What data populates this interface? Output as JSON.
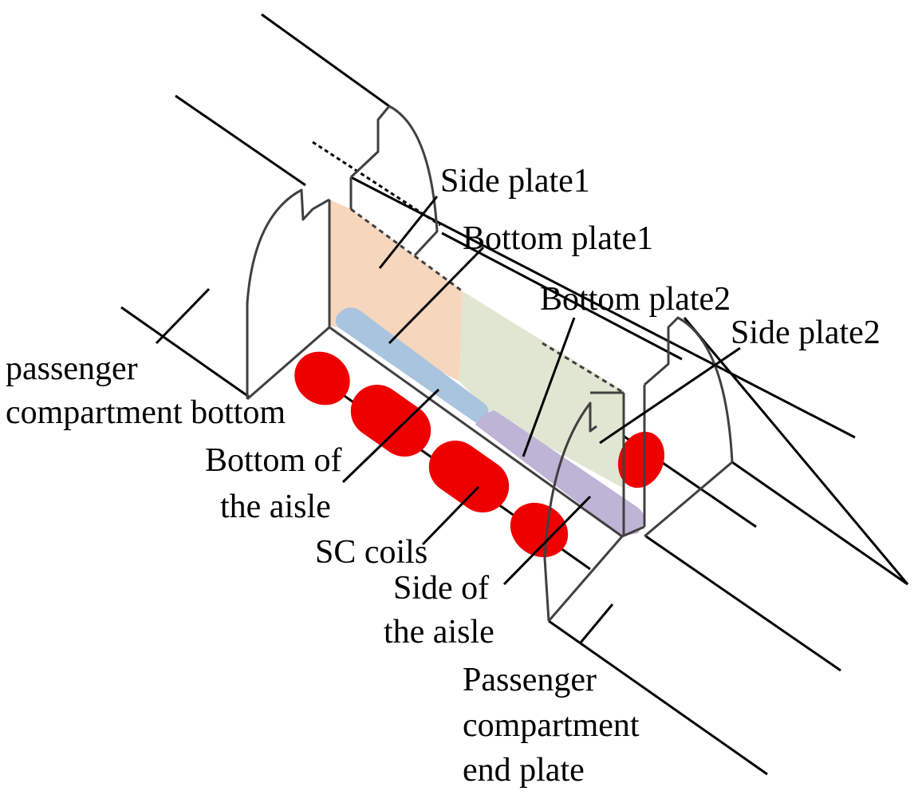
{
  "labels": {
    "side_plate1": "Side plate1",
    "bottom_plate1": "Bottom plate1",
    "bottom_plate2": "Bottom plate2",
    "side_plate2": "Side plate2",
    "passenger_bottom_line1": "passenger",
    "passenger_bottom_line2": "compartment bottom",
    "bottom_aisle_line1": "Bottom of",
    "bottom_aisle_line2": "the aisle",
    "sc_coils": "SC coils",
    "side_aisle_line1": "Side of",
    "side_aisle_line2": "the aisle",
    "end_plate_line1": "Passenger",
    "end_plate_line2": "compartment",
    "end_plate_line3": "end plate"
  },
  "colors": {
    "side_plate1": "#f6d6bd",
    "bottom_plate1": "#a9c4df",
    "side_plate2": "#e0e6d1",
    "bottom_plate2": "#beb4d6",
    "sc_coil": "#ee0000",
    "outline": "#404040"
  }
}
